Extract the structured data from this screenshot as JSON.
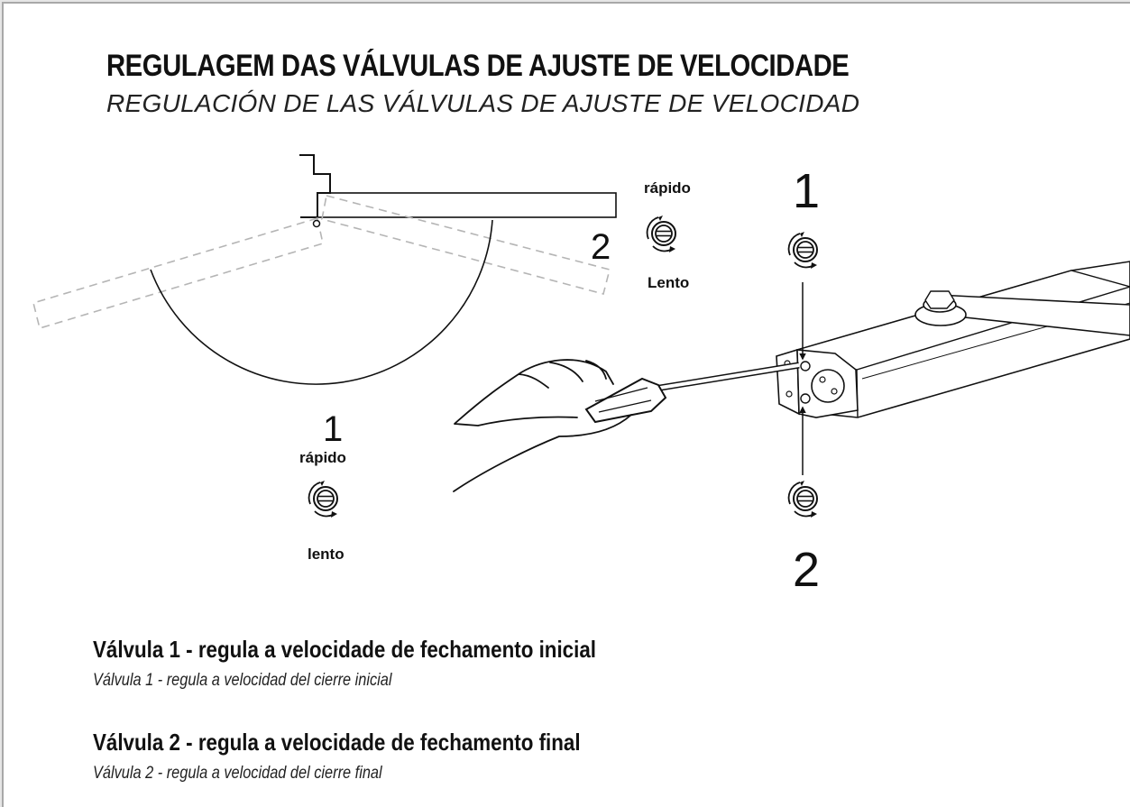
{
  "header": {
    "title": "REGULAGEM DAS VÁLVULAS DE AJUSTE DE VELOCIDADE",
    "subtitle": "REGULACIÓN DE LAS VÁLVULAS DE AJUSTE DE VELOCIDAD"
  },
  "door_diagram": {
    "valve1_number": "1",
    "valve1_fast": "rápido",
    "valve1_slow": "lento",
    "valve2_number": "2",
    "valve2_fast": "rápido",
    "valve2_slow": "Lento"
  },
  "closer_diagram": {
    "top_number": "1",
    "bottom_number": "2"
  },
  "valves": [
    {
      "title": "Válvula 1 - regula a velocidade de fechamento inicial",
      "description": "Válvula 1 - regula a velocidad del cierre inicial"
    },
    {
      "title": "Válvula 2 - regula a velocidade de fechamento final",
      "description": "Válvula 2 - regula a velocidad del cierre final"
    }
  ],
  "colors": {
    "frame": "#a8a8a8",
    "ink": "#111111",
    "dashed": "#b5b5b5"
  }
}
